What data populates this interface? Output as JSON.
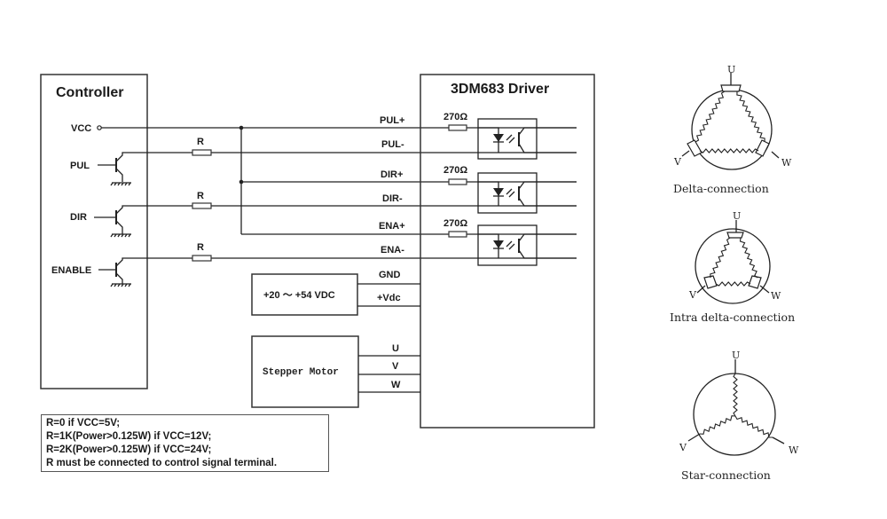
{
  "controller": {
    "title": "Controller",
    "vcc_label": "VCC",
    "pins": [
      "PUL",
      "DIR",
      "ENABLE"
    ],
    "resistor_label": "R"
  },
  "driver": {
    "title": "3DM683 Driver",
    "signal_terminals": [
      "PUL+",
      "PUL-",
      "DIR+",
      "DIR-",
      "ENA+",
      "ENA-"
    ],
    "resistor_value": "270Ω",
    "power_terminals": [
      "GND",
      "+Vdc"
    ],
    "motor_terminals": [
      "U",
      "V",
      "W"
    ]
  },
  "power_supply": {
    "label": "+20 ～ +54 VDC"
  },
  "motor": {
    "label": "Stepper Motor"
  },
  "notes": [
    "R=0 if VCC=5V;",
    "R=1K(Power>0.125W) if VCC=12V;",
    "R=2K(Power>0.125W) if VCC=24V;",
    "R must be connected to control signal terminal."
  ],
  "connections": [
    {
      "caption": "Delta-connection",
      "type": "delta",
      "terminals": [
        "U",
        "V",
        "W"
      ]
    },
    {
      "caption": "Intra delta-connection",
      "type": "intra-delta",
      "terminals": [
        "U",
        "V",
        "W"
      ]
    },
    {
      "caption": "Star-connection",
      "type": "star",
      "terminals": [
        "U",
        "V",
        "W"
      ]
    }
  ]
}
